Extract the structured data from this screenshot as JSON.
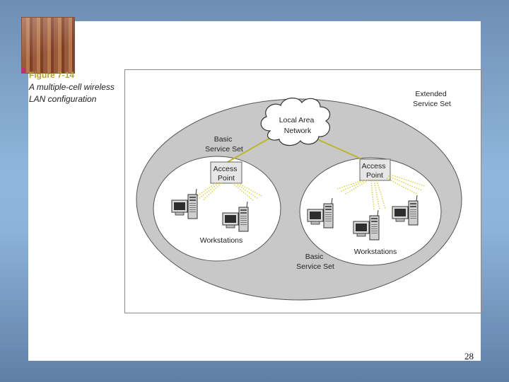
{
  "caption": {
    "figure_number": "Figure 7-14",
    "description": "A multiple-cell wireless LAN configuration"
  },
  "diagram": {
    "extended_label": [
      "Extended",
      "Service Set"
    ],
    "cloud_label": [
      "Local Area",
      "Network"
    ],
    "bss_left": {
      "label": [
        "Basic",
        "Service Set"
      ],
      "access_point": [
        "Access",
        "Point"
      ],
      "workstations_label": "Workstations"
    },
    "bss_right": {
      "label": [
        "Basic",
        "Service Set"
      ],
      "access_point": [
        "Access",
        "Point"
      ],
      "workstations_label": "Workstations"
    },
    "colors": {
      "ess_fill": "#c8c8c8",
      "link": "#b9b82a",
      "signal": "#d4d23a"
    }
  },
  "page_number": "28"
}
